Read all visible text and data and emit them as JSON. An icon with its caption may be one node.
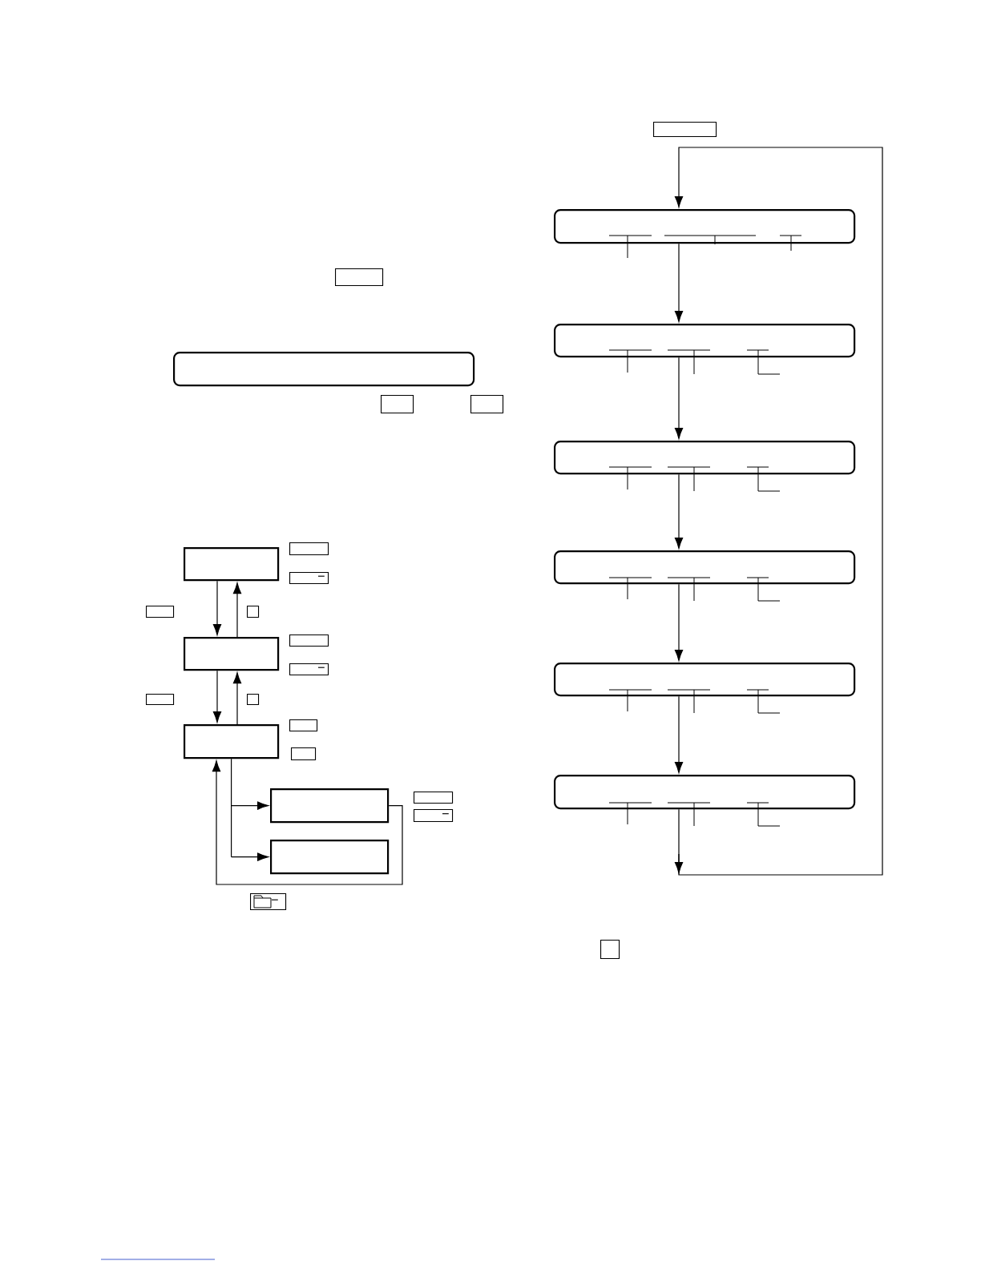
{
  "diagram": {
    "nodes": [
      {
        "text": [],
        "shape": "box"
      },
      {
        "text": [],
        "shape": "display"
      },
      {
        "text": [],
        "shape": "box"
      },
      {
        "text": [],
        "shape": "box"
      },
      {
        "text": [],
        "shape": "box"
      },
      {
        "text": [],
        "shape": "box"
      },
      {
        "text": [
          "−"
        ]
      },
      {
        "text": [],
        "shape": "box"
      },
      {
        "text": [],
        "shape": "box"
      },
      {
        "text": [],
        "shape": "box"
      },
      {
        "text": [],
        "shape": "box"
      },
      {
        "text": [
          "−"
        ]
      },
      {
        "text": [],
        "shape": "box"
      },
      {
        "text": [],
        "shape": "box"
      },
      {
        "text": [],
        "shape": "box"
      },
      {
        "text": [],
        "shape": "box"
      },
      {
        "text": [],
        "shape": "box"
      },
      {
        "text": [],
        "shape": "box"
      },
      {
        "text": [],
        "shape": "box"
      },
      {
        "text": [
          "−"
        ]
      },
      {
        "text": [],
        "shape": "box"
      },
      {
        "text": [
          "−"
        ]
      },
      {
        "text": [],
        "shape": "box"
      },
      {
        "text": [],
        "shape": "display"
      },
      {
        "text": [],
        "shape": "display"
      },
      {
        "text": [],
        "shape": "display"
      },
      {
        "text": [],
        "shape": "display"
      },
      {
        "text": [],
        "shape": "display"
      },
      {
        "text": [],
        "shape": "display"
      },
      {
        "text": [],
        "shape": "box"
      }
    ],
    "edges": [
      {
        "from": 4,
        "to": 9,
        "arrow": "to"
      },
      {
        "from": 9,
        "to": 4,
        "arrow": "to"
      },
      {
        "from": 9,
        "to": 14,
        "arrow": "to"
      },
      {
        "from": 14,
        "to": 9,
        "arrow": "to"
      },
      {
        "from": 14,
        "to": 17,
        "arrow": "to"
      },
      {
        "from": 14,
        "to": 20,
        "arrow": "to"
      },
      {
        "from": 17,
        "to": 14,
        "arrow": "to"
      },
      {
        "from": 23,
        "to": 24,
        "arrow": "to"
      },
      {
        "from": 24,
        "to": 25,
        "arrow": "to"
      },
      {
        "from": 25,
        "to": 26,
        "arrow": "to"
      },
      {
        "from": 26,
        "to": 27,
        "arrow": "to"
      },
      {
        "from": 27,
        "to": 28,
        "arrow": "to"
      },
      {
        "from": 28,
        "to": 23,
        "arrow": "to"
      }
    ]
  }
}
